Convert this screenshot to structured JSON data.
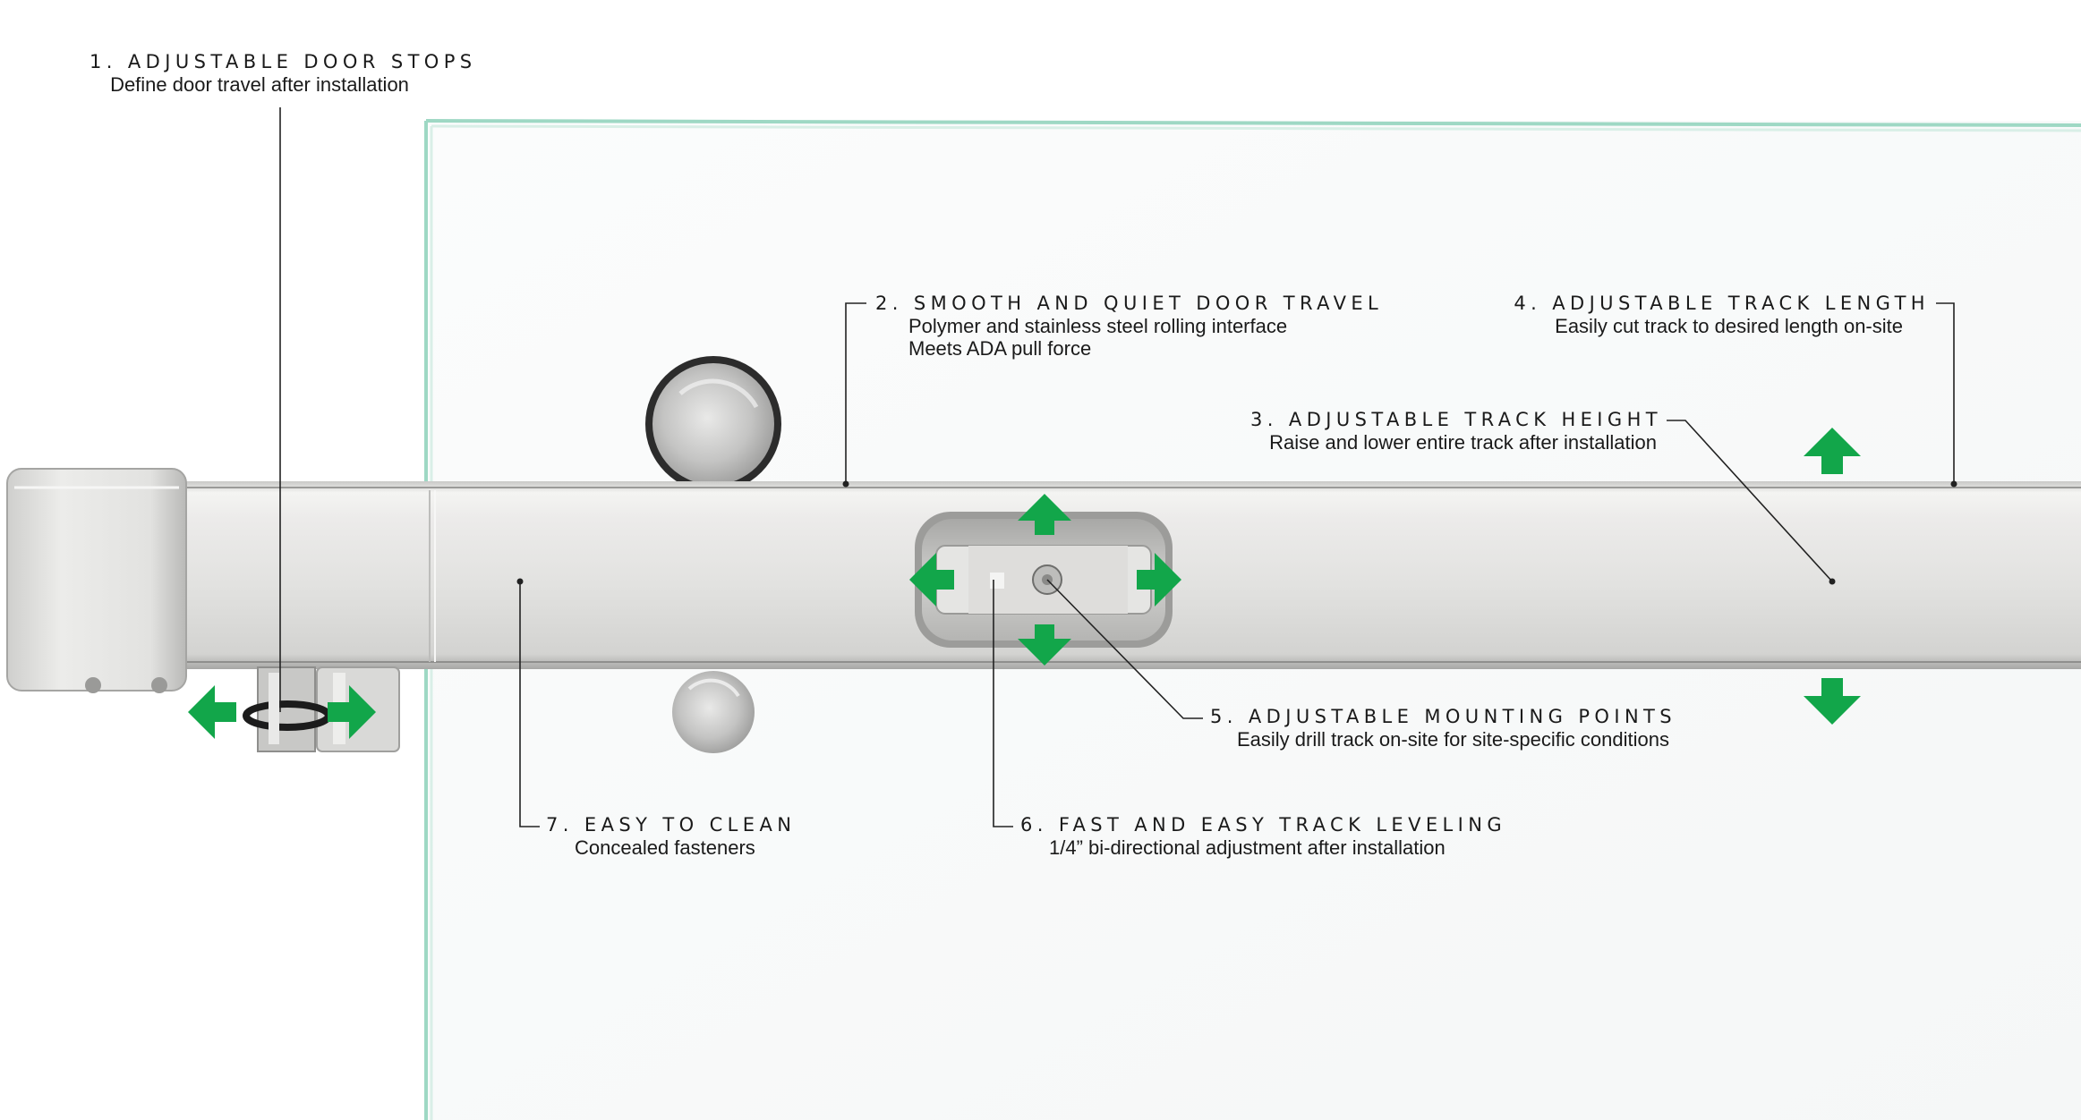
{
  "callouts": [
    {
      "id": "door-stops",
      "title": "1. ADJUSTABLE DOOR STOPS",
      "lines": [
        "Define door travel after installation"
      ]
    },
    {
      "id": "door-travel",
      "title": "2. SMOOTH AND QUIET DOOR TRAVEL",
      "lines": [
        "Polymer and stainless steel rolling interface",
        "Meets ADA pull force"
      ]
    },
    {
      "id": "track-height",
      "title": "3. ADJUSTABLE TRACK HEIGHT",
      "lines": [
        "Raise and lower entire track after installation"
      ]
    },
    {
      "id": "track-length",
      "title": "4. ADJUSTABLE TRACK LENGTH",
      "lines": [
        "Easily cut track to desired length on-site"
      ]
    },
    {
      "id": "mounting-points",
      "title": "5. ADJUSTABLE MOUNTING POINTS",
      "lines": [
        "Easily drill track on-site for site-specific conditions"
      ]
    },
    {
      "id": "track-leveling",
      "title": "6. FAST AND EASY TRACK LEVELING",
      "lines": [
        "1/4” bi-directional adjustment after installation"
      ]
    },
    {
      "id": "easy-clean",
      "title": "7. EASY TO CLEAN",
      "lines": [
        "Concealed fasteners"
      ]
    }
  ],
  "colors": {
    "arrow_green": "#12a64a",
    "glass_edge": "#8fd3bd",
    "steel_light": "#f1f1f0",
    "steel_mid": "#d6d6d4",
    "steel_dark": "#a9a9a7",
    "leader_line": "#222222"
  },
  "icons": [
    "arrow-up-icon",
    "arrow-down-icon",
    "arrow-left-icon",
    "arrow-right-icon"
  ]
}
